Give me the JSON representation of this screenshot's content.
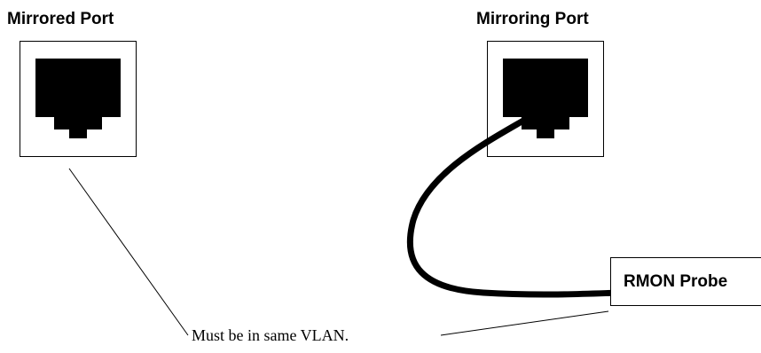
{
  "mirrored_port": {
    "label": "Mirrored Port",
    "icon": "ethernet-port-icon"
  },
  "mirroring_port": {
    "label": "Mirroring Port",
    "icon": "ethernet-port-icon"
  },
  "probe": {
    "label": "RMON Probe"
  },
  "note": {
    "text": "Must be in same VLAN."
  },
  "colors": {
    "line": "#000000",
    "background": "#ffffff"
  }
}
